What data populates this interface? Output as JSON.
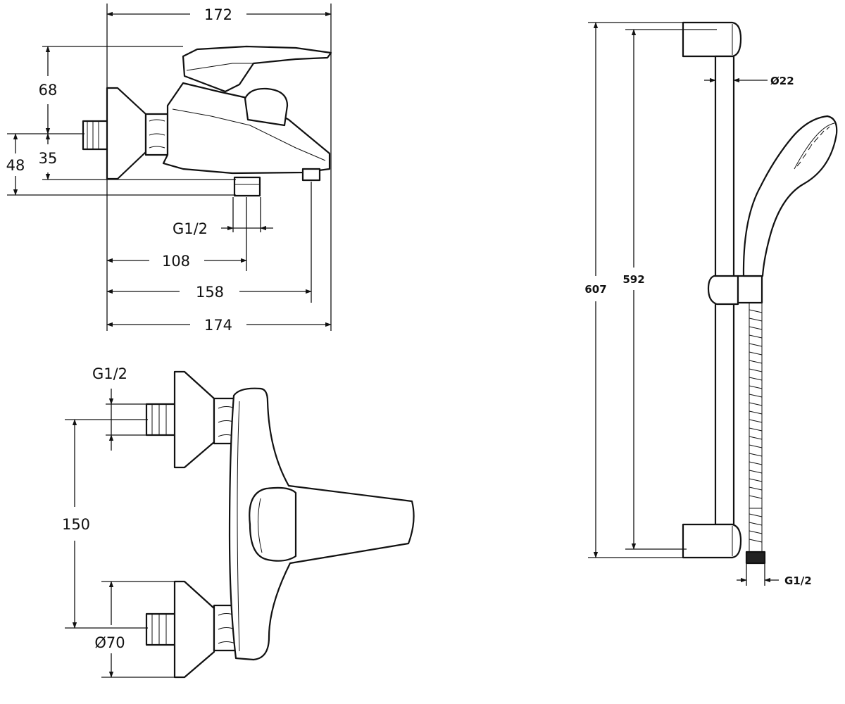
{
  "side_view": {
    "dims": {
      "top_width": "172",
      "lever_height": "68",
      "inlet_height": "35",
      "total_height": "48",
      "outlet_thread": "G1/2",
      "outlet_offset": "108",
      "spout_length": "158",
      "total_length": "174"
    }
  },
  "front_view": {
    "dims": {
      "inlet_thread": "G1/2",
      "inlet_spacing": "150",
      "rosette_diameter": "Ø70"
    }
  },
  "shower_set": {
    "dims": {
      "overall_height": "607",
      "bar_length": "592",
      "bar_diameter": "Ø22",
      "hose_thread": "G1/2"
    }
  }
}
